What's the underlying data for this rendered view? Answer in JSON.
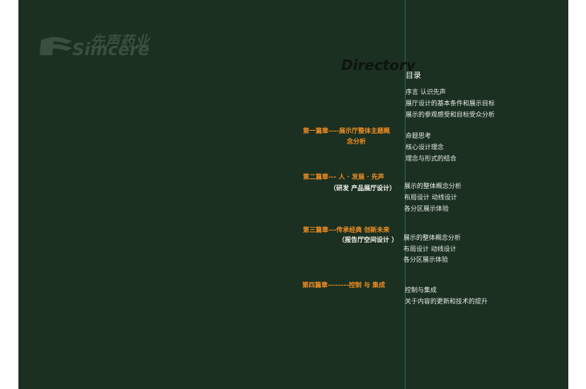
{
  "logo": {
    "cn": "先声药业",
    "en": "Simcere"
  },
  "heading": {
    "en": "Directory",
    "cn": "目录"
  },
  "intro": [
    "序言   认识先声",
    "展厅设计的基本条件和展示目标",
    "展示的参观感受和目标受众分析"
  ],
  "chapters": [
    {
      "title_line1": "第一篇章----展示厅整体主题概",
      "title_line2": "念分析",
      "items": [
        "命题思考",
        "核心设计理念",
        "理念与形式的结合"
      ]
    },
    {
      "title_line1": "第二篇章---   人 · 发展 · 先声",
      "title_line2": "（研发  产品展厅设计）",
      "items": [
        "展示的整体概念分析",
        "布局设计    动线设计",
        "各分区展示体验"
      ]
    },
    {
      "title_line1": "第三篇章---传承经典  创新未来",
      "title_line2": "（报告厅空间设计 ）",
      "items": [
        "展示的整体概念分析",
        "布局设计  动线设计",
        "各分区展示体验"
      ]
    },
    {
      "title_line1": "第四篇章--------控制 与 集成",
      "title_line2": "",
      "items": [
        "控制与集成",
        "关于内容的更新和技术的提升"
      ]
    }
  ],
  "colors": {
    "background": "#1b3021",
    "chapter_title": "#ef8d22",
    "text": "#e6ebe7"
  }
}
